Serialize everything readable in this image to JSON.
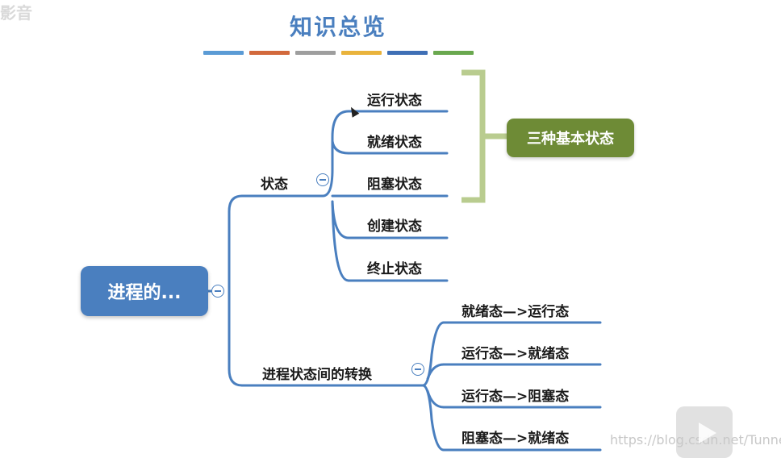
{
  "title": "知识总览",
  "stripe_colors": [
    "#5b9bd5",
    "#d2693c",
    "#9e9e9e",
    "#e9b33c",
    "#3f6fb5",
    "#6aa84f"
  ],
  "root": {
    "label": "进程的..."
  },
  "branches": {
    "states": {
      "label": "状态",
      "items": [
        "运行状态",
        "就绪状态",
        "阻塞状态",
        "创建状态",
        "终止状态"
      ]
    },
    "transitions": {
      "label": "进程状态间的转换",
      "items": [
        "就绪态—>运行态",
        "运行态—>就绪态",
        "运行态—>阻塞态",
        "阻塞态—>就绪态"
      ]
    }
  },
  "summary": {
    "label": "三种基本状态"
  },
  "watermark": {
    "top_left": "影音",
    "bottom_right": "https://blog.csdn.net/Tunnel_"
  },
  "colors": {
    "line": "#4a7fbf",
    "root": "#4a7fbf",
    "summary": "#6e8b36",
    "bracket": "#b9cc8f"
  }
}
